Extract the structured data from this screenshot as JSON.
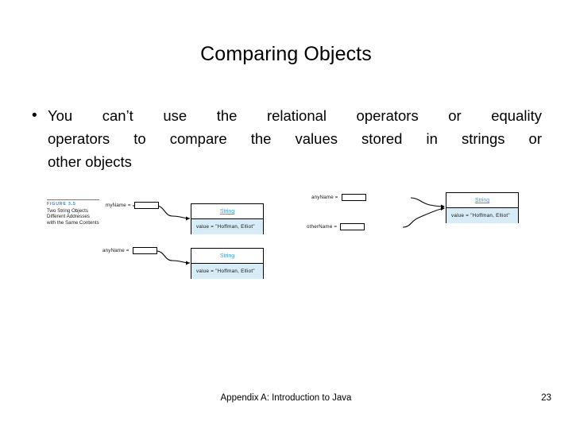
{
  "slide": {
    "title": "Comparing Objects",
    "bullet_marker": "•",
    "bullet_lines": [
      "You can’t use the relational operators or equality",
      "operators to compare the values stored in strings or",
      "other objects"
    ]
  },
  "figure": {
    "caption_label": "FIGURE 3.5",
    "caption_lines": [
      "Two String Objects",
      "Different Addresses",
      "with the Same Contents"
    ],
    "left_panel": {
      "variables": [
        {
          "name": "myName ="
        },
        {
          "name": "anyName ="
        }
      ],
      "objects": [
        {
          "title": "String",
          "value": "value = \"Hoffman, Elliot\""
        },
        {
          "title": "String",
          "value": "value = \"Hoffman, Elliot\""
        }
      ]
    },
    "right_panel": {
      "variables": [
        {
          "name": "anyName ="
        },
        {
          "name": "otherName ="
        }
      ],
      "objects": [
        {
          "title": "String",
          "value": "value = \"Hoffman, Elliot\""
        }
      ]
    },
    "colors": {
      "caption_label": "#4a7fae",
      "object_title": "#3c9fd0",
      "value_fill": "#d7ecf7",
      "stroke": "#000000"
    }
  },
  "footer": {
    "text": "Appendix A: Introduction to Java",
    "page_number": "23"
  }
}
